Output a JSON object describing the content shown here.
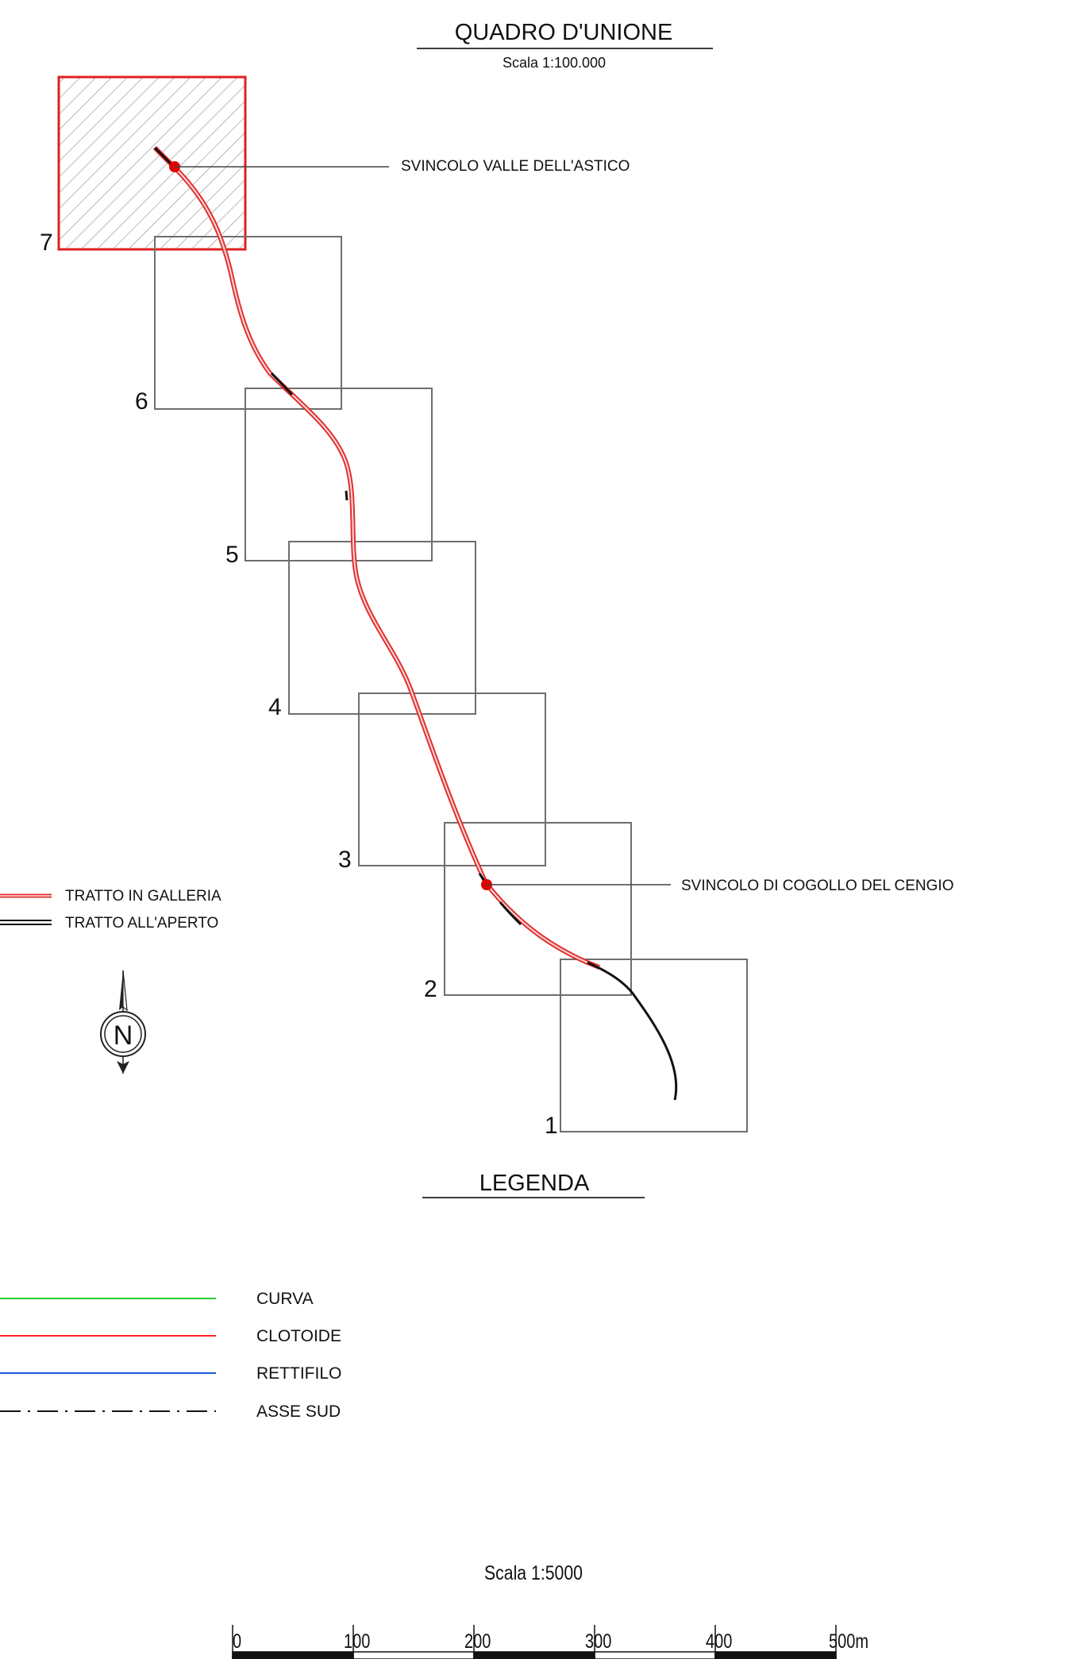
{
  "title": "QUADRO D'UNIONE",
  "title_scale": "Scala 1:100.000",
  "callouts": {
    "north_junction": "SVINCOLO VALLE DELL'ASTICO",
    "south_junction": "SVINCOLO DI COGOLLO DEL CENGIO"
  },
  "sheets": [
    "1",
    "2",
    "3",
    "4",
    "5",
    "6",
    "7"
  ],
  "selected_sheet": "7",
  "route_legend": {
    "tunnel": "TRATTO IN GALLERIA",
    "open": "TRATTO ALL'APERTO"
  },
  "north_arrow": {
    "icon": "north-arrow-icon",
    "letter": "N"
  },
  "legend": {
    "heading": "LEGENDA",
    "items": [
      {
        "label": "CURVA",
        "color": "#22cc33",
        "style": "solid"
      },
      {
        "label": "CLOTOIDE",
        "color": "#ff2222",
        "style": "solid"
      },
      {
        "label": "RETTIFILO",
        "color": "#1a55dd",
        "style": "solid"
      },
      {
        "label": "ASSE SUD",
        "color": "#111111",
        "style": "dash-dot"
      }
    ]
  },
  "scale_bar": {
    "title": "Scala 1:5000",
    "ticks": [
      "0",
      "100",
      "200",
      "300",
      "400",
      "500m"
    ]
  },
  "colors": {
    "highlight": "#e02020",
    "sheet_frame": "#6e6e6e",
    "junction": "#e00000"
  }
}
